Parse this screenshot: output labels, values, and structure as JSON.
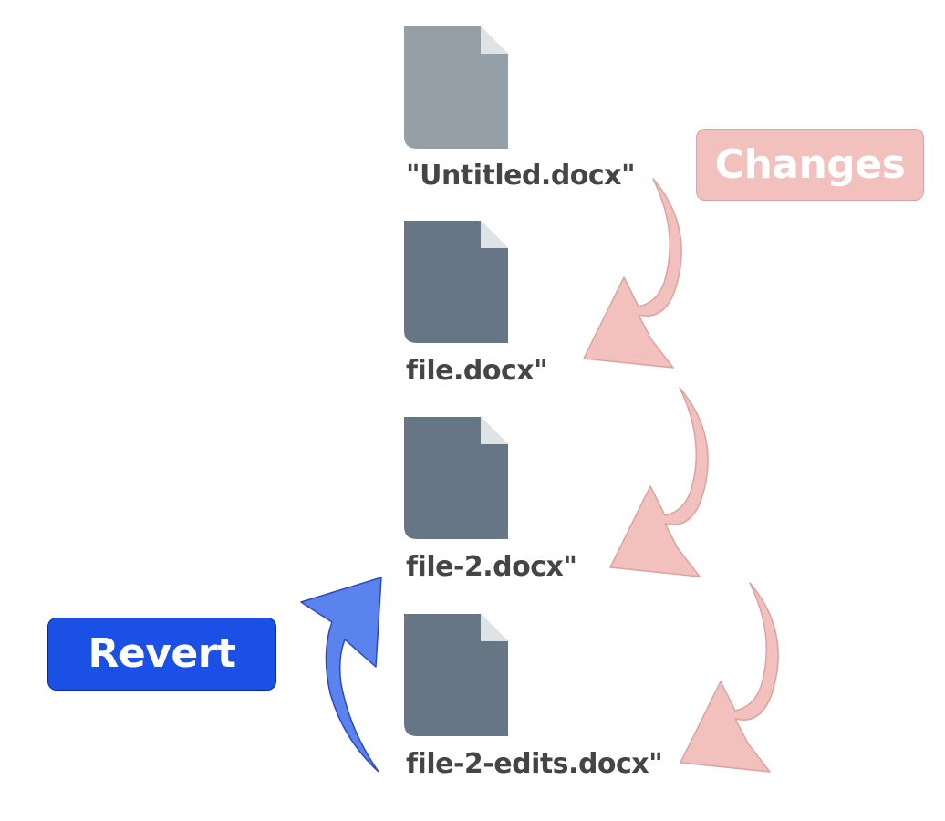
{
  "files": [
    {
      "label": "\"Untitled.docx\"",
      "state": "untitled"
    },
    {
      "label": "file.docx\"",
      "state": "saved"
    },
    {
      "label": "file-2.docx\"",
      "state": "saved"
    },
    {
      "label": "file-2-edits.docx\"",
      "state": "saved"
    }
  ],
  "tags": {
    "changes": "Changes",
    "revert": "Revert"
  },
  "colors": {
    "untitled_file": "#959fa8",
    "saved_file": "#677684",
    "file_corner": "#dfe3e6",
    "label_text": "#454545",
    "changes_fill": "#f2c1bd",
    "changes_stroke": "#dba3a0",
    "revert_fill": "#1a50e6",
    "revert_arrow": "#5b83ee",
    "revert_stroke": "#2b48c0"
  },
  "icons": {
    "file": "document-icon",
    "changes_arrow": "curved-arrow-down-icon",
    "revert_arrow": "curved-arrow-up-icon"
  }
}
